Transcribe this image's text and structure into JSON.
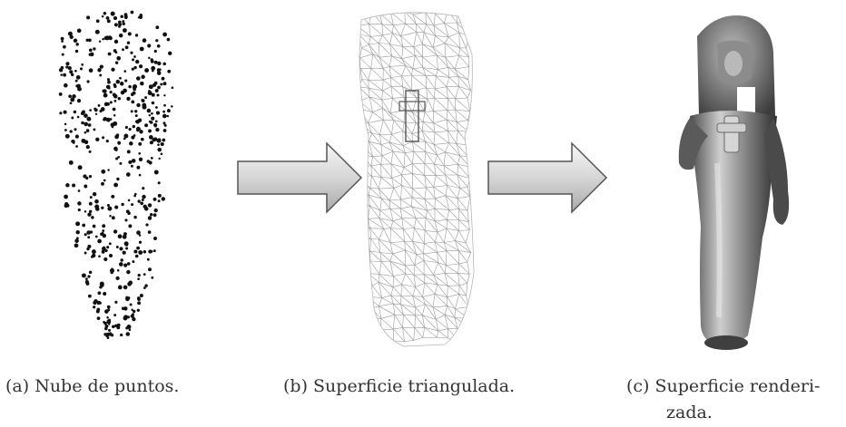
{
  "figure": {
    "panels": [
      {
        "id": "a",
        "caption": "(a) Nube de puntos."
      },
      {
        "id": "b",
        "caption": "(b) Superficie triangulada."
      },
      {
        "id": "c",
        "caption_line1": "(c) Superficie renderi-",
        "caption_line2": "zada."
      }
    ]
  },
  "colors": {
    "point": "#111111",
    "mesh": "#8a8a8a",
    "arrow_fill_light": "#f2f2f2",
    "arrow_fill_dark": "#b8b8b8",
    "arrow_stroke": "#555555",
    "statue_light": "#d9d9d9",
    "statue_dark": "#3a3a3a"
  },
  "icons": [
    "point-cloud-figure",
    "triangulated-mesh-figure",
    "rendered-statue-figure",
    "right-arrow-icon"
  ]
}
